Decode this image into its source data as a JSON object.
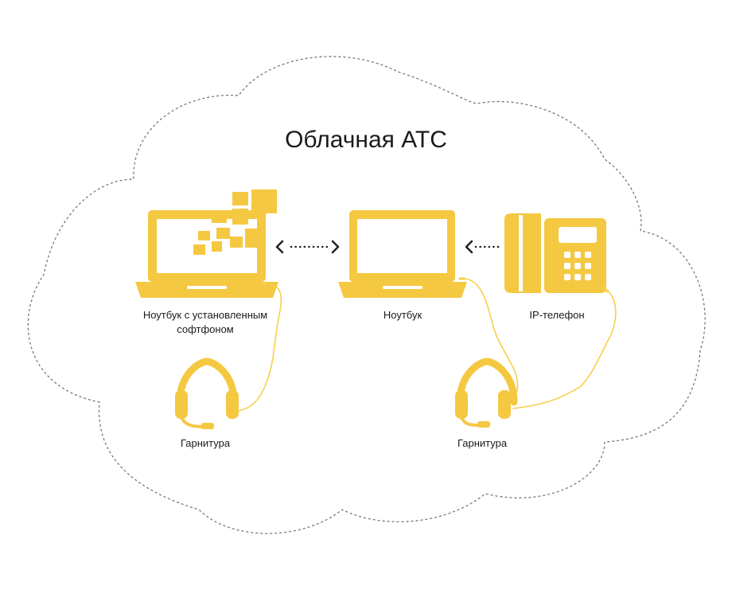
{
  "title": "Облачная АТС",
  "nodes": {
    "softphone_laptop": {
      "label_line1": "Ноутбук с установленным",
      "label_line2": "софтфоном"
    },
    "laptop": {
      "label": "Ноутбук"
    },
    "ip_phone": {
      "label": "IP-телефон"
    },
    "headset_left": {
      "label": "Гарнитура"
    },
    "headset_right": {
      "label": "Гарнитура"
    }
  },
  "colors": {
    "accent": "#f5c842",
    "cable": "#f7cf4a",
    "outline": "#777777",
    "text": "#1a1a1a"
  },
  "icons": [
    "cloud-outline",
    "laptop-icon",
    "desk-phone-icon",
    "headset-icon",
    "double-arrow-icon",
    "arrow-left-icon"
  ]
}
